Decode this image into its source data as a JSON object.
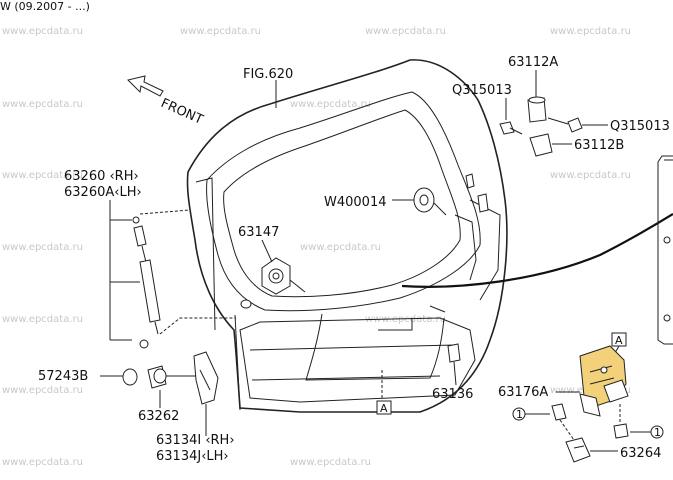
{
  "header": {
    "title": "W (09.2007 - ...)"
  },
  "watermark": {
    "text": "www.epcdata.ru"
  },
  "highlight_color": "#f2d17a",
  "labels": {
    "fig": "FIG.620",
    "front": "FRONT",
    "p63112A": "63112A",
    "pQ315013_top": "Q315013",
    "pQ315013_right": "Q315013",
    "p63112B": "63112B",
    "pW400014": "W400014",
    "p63147": "63147",
    "p63260RH": "63260 ‹RH›",
    "p63260ALH": "63260A‹LH›",
    "p57243B": "57243B",
    "p63262": "63262",
    "p63134IRH": "63134I ‹RH›",
    "p63134JLH": "63134J‹LH›",
    "p63136": "63136",
    "p63176A": "63176A",
    "p63264": "63264",
    "refA1": "A",
    "refA2": "A",
    "ref1a": "1",
    "ref1b": "1"
  }
}
